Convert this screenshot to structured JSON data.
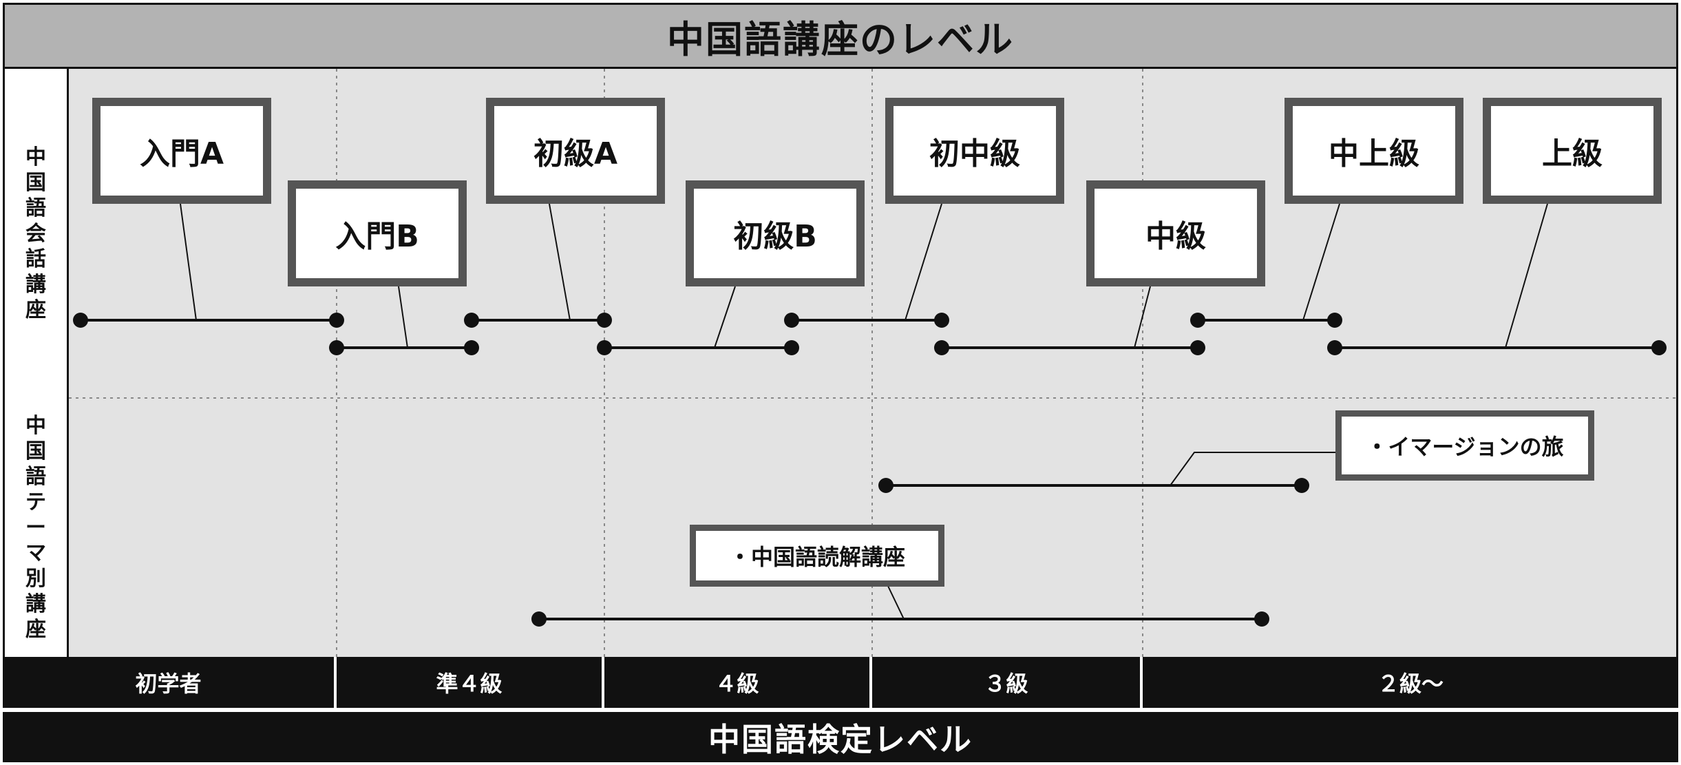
{
  "title": "中国語講座のレベル",
  "side_labels": {
    "conversation": "中国語会話講座",
    "theme": "中国語テーマ別講座"
  },
  "conversation_courses": [
    {
      "label": "入門A"
    },
    {
      "label": "入門B"
    },
    {
      "label": "初級A"
    },
    {
      "label": "初級B"
    },
    {
      "label": "初中級"
    },
    {
      "label": "中級"
    },
    {
      "label": "中上級"
    },
    {
      "label": "上級"
    }
  ],
  "theme_courses": [
    {
      "label": "・イマージョンの旅"
    },
    {
      "label": "・中国語読解講座"
    }
  ],
  "levels": [
    "初学者",
    "準４級",
    "４級",
    "３級",
    "２級～"
  ],
  "bottom_title": "中国語検定レベル"
}
